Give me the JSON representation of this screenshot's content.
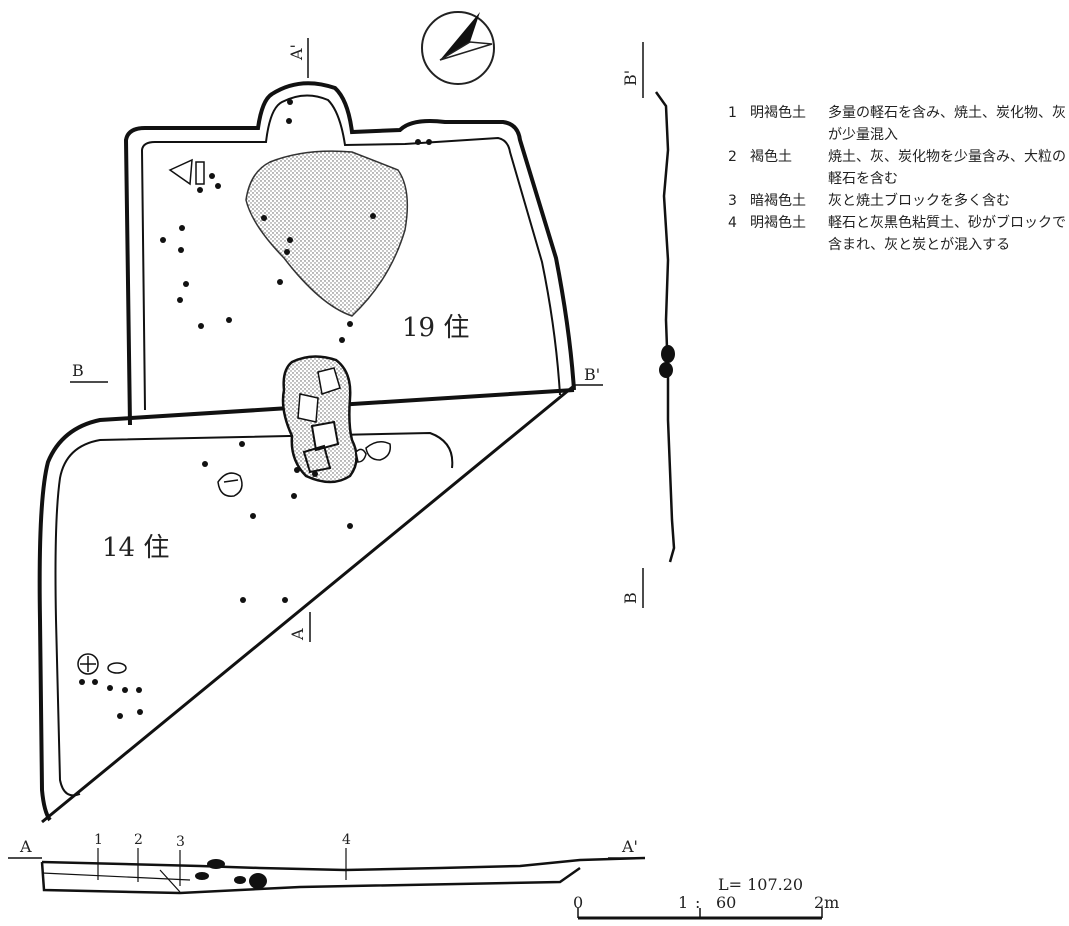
{
  "features": {
    "house_19": "19 住",
    "house_14": "14 住"
  },
  "section_markers": {
    "a_left": "A",
    "a_right": "A'",
    "a_top": "A'",
    "a_bottom": "A",
    "b_left": "B",
    "b_right": "B'",
    "b_top": "B'",
    "b_bottom": "B"
  },
  "section_layers": [
    "1",
    "2",
    "3",
    "4"
  ],
  "scale": {
    "elevation": "L= 107.20",
    "start": "0",
    "mid": "1",
    "ratio": "60",
    "end": "2m"
  },
  "legend": [
    {
      "num": "1",
      "soil": "明褐色土",
      "desc": "多量の軽石を含み、焼土、炭化物、灰が少量混入"
    },
    {
      "num": "2",
      "soil": "褐色土",
      "desc": "焼土、灰、炭化物を少量含み、大粒の軽石を含む"
    },
    {
      "num": "3",
      "soil": "暗褐色土",
      "desc": "灰と焼土ブロックを多く含む"
    },
    {
      "num": "4",
      "soil": "明褐色土",
      "desc": "軽石と灰黒色粘質土、砂がブロックで含まれ、灰と炭とが混入する"
    }
  ]
}
